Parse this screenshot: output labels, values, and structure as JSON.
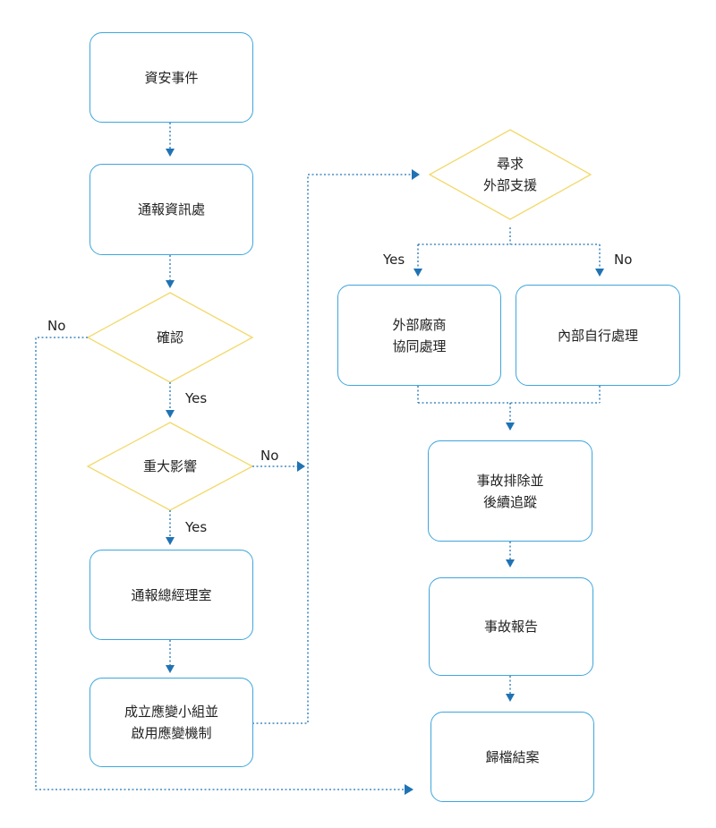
{
  "colors": {
    "box_border": "#3fa6dc",
    "decision_border": "#f2d96a",
    "connector": "#1f73b4"
  },
  "nodes": {
    "incident": "資安事件",
    "notify_it": "通報資訊處",
    "confirm": "確認",
    "major_impact": "重大影響",
    "notify_gm": "通報總經理室",
    "response_team": "成立應變小組並\n啟用應變機制",
    "external_support": "尋求\n外部支援",
    "vendor_collab": "外部廠商\n協同處理",
    "internal_handle": "內部自行處理",
    "resolve_track": "事故排除並\n後續追蹤",
    "incident_report": "事故報告",
    "archive_close": "歸檔結案"
  },
  "edge_labels": {
    "confirm_no": "No",
    "confirm_yes": "Yes",
    "major_no": "No",
    "major_yes": "Yes",
    "external_yes": "Yes",
    "external_no": "No"
  }
}
